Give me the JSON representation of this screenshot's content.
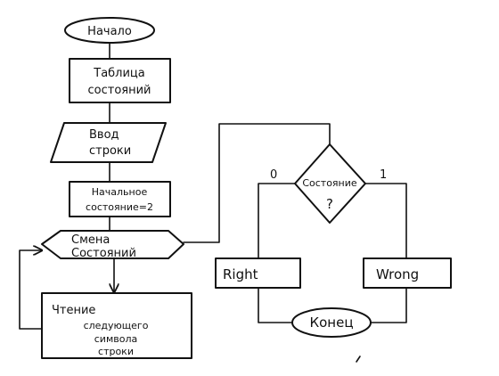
{
  "diagram": {
    "start": "Начало",
    "state_table": [
      "Таблица",
      "состояний"
    ],
    "input": [
      "Ввод",
      "строки"
    ],
    "initial_state": [
      "Начальное",
      "состояние=2"
    ],
    "state_change": [
      "Смена",
      "Состояний"
    ],
    "read_next": [
      "Чтение",
      "следующего",
      "символа",
      "строки"
    ],
    "decision": [
      "Состояние",
      "?"
    ],
    "branch_zero": "0",
    "branch_one": "1",
    "right": "Right",
    "wrong": "Wrong",
    "end": "Конец"
  },
  "colors": {
    "ink": "#111111",
    "paper": "#ffffff"
  }
}
